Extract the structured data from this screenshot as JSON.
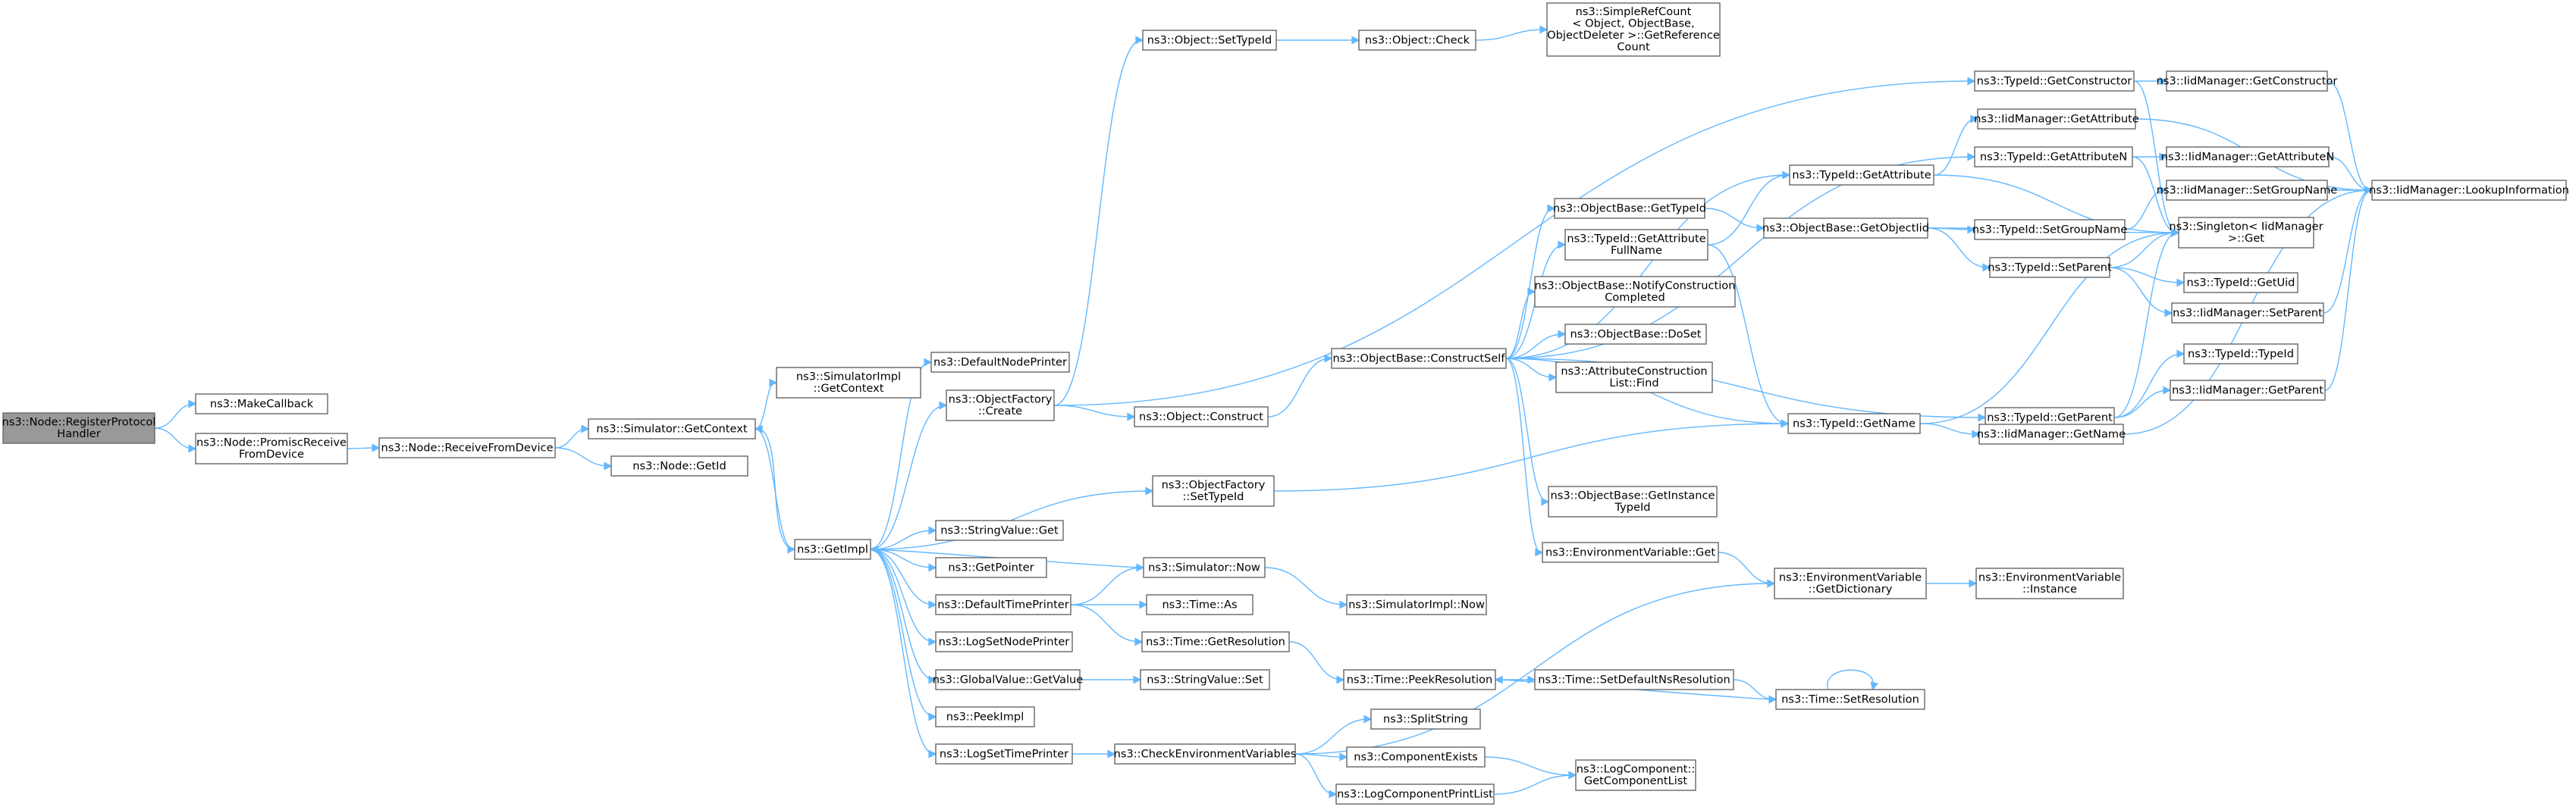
{
  "colors": {
    "edge": "#63b8ff",
    "node_border": "#666666",
    "root_fill": "#999999",
    "node_fill": "#ffffff"
  },
  "nodes": [
    {
      "id": "n0",
      "root": true,
      "lines": [
        "ns3::Node::RegisterProtocol",
        "Handler"
      ]
    },
    {
      "id": "n1",
      "lines": [
        "ns3::MakeCallback"
      ]
    },
    {
      "id": "n2",
      "lines": [
        "ns3::Node::PromiscReceive",
        "FromDevice"
      ]
    },
    {
      "id": "n3",
      "lines": [
        "ns3::Node::ReceiveFromDevice"
      ]
    },
    {
      "id": "n4",
      "lines": [
        "ns3::Simulator::GetContext"
      ]
    },
    {
      "id": "n5",
      "lines": [
        "ns3::Node::GetId"
      ]
    },
    {
      "id": "n6",
      "lines": [
        "ns3::SimulatorImpl",
        "::GetContext"
      ]
    },
    {
      "id": "n7",
      "lines": [
        "ns3::GetImpl"
      ]
    },
    {
      "id": "n8",
      "lines": [
        "ns3::DefaultNodePrinter"
      ]
    },
    {
      "id": "n9",
      "lines": [
        "ns3::ObjectFactory",
        "::Create"
      ]
    },
    {
      "id": "n10",
      "lines": [
        "ns3::ObjectFactory",
        "::SetTypeId"
      ]
    },
    {
      "id": "n11",
      "lines": [
        "ns3::StringValue::Get"
      ]
    },
    {
      "id": "n12",
      "lines": [
        "ns3::GetPointer"
      ]
    },
    {
      "id": "n13",
      "lines": [
        "ns3::DefaultTimePrinter"
      ]
    },
    {
      "id": "n14",
      "lines": [
        "ns3::LogSetNodePrinter"
      ]
    },
    {
      "id": "n15",
      "lines": [
        "ns3::GlobalValue::GetValue"
      ]
    },
    {
      "id": "n16",
      "lines": [
        "ns3::PeekImpl"
      ]
    },
    {
      "id": "n17",
      "lines": [
        "ns3::LogSetTimePrinter"
      ]
    },
    {
      "id": "n18",
      "lines": [
        "ns3::Object::SetTypeId"
      ]
    },
    {
      "id": "n19",
      "lines": [
        "ns3::Object::Check"
      ]
    },
    {
      "id": "n20",
      "lines": [
        "ns3::SimpleRefCount",
        "< Object, ObjectBase,",
        "ObjectDeleter >::GetReference",
        "Count"
      ]
    },
    {
      "id": "n21",
      "lines": [
        "ns3::Object::Construct"
      ]
    },
    {
      "id": "n22",
      "lines": [
        "ns3::ObjectBase::ConstructSelf"
      ]
    },
    {
      "id": "n23",
      "lines": [
        "ns3::Simulator::Now"
      ]
    },
    {
      "id": "n24",
      "lines": [
        "ns3::SimulatorImpl::Now"
      ]
    },
    {
      "id": "n25",
      "lines": [
        "ns3::Time::As"
      ]
    },
    {
      "id": "n26",
      "lines": [
        "ns3::Time::GetResolution"
      ]
    },
    {
      "id": "n27",
      "lines": [
        "ns3::StringValue::Set"
      ]
    },
    {
      "id": "n28",
      "lines": [
        "ns3::CheckEnvironmentVariables"
      ]
    },
    {
      "id": "n29",
      "lines": [
        "ns3::SplitString"
      ]
    },
    {
      "id": "n30",
      "lines": [
        "ns3::ComponentExists"
      ]
    },
    {
      "id": "n31",
      "lines": [
        "ns3::LogComponentPrintList"
      ]
    },
    {
      "id": "n32",
      "lines": [
        "ns3::LogComponent::",
        "GetComponentList"
      ]
    },
    {
      "id": "n33",
      "lines": [
        "ns3::Time::PeekResolution"
      ]
    },
    {
      "id": "n34",
      "lines": [
        "ns3::Time::SetDefaultNsResolution"
      ]
    },
    {
      "id": "n35",
      "lines": [
        "ns3::Time::SetResolution"
      ]
    },
    {
      "id": "n36",
      "lines": [
        "ns3::EnvironmentVariable",
        "::GetDictionary"
      ]
    },
    {
      "id": "n37",
      "lines": [
        "ns3::EnvironmentVariable",
        "::Instance"
      ]
    },
    {
      "id": "n38",
      "lines": [
        "ns3::ObjectBase::GetTypeId"
      ]
    },
    {
      "id": "n39",
      "lines": [
        "ns3::TypeId::GetAttribute",
        "FullName"
      ]
    },
    {
      "id": "n40",
      "lines": [
        "ns3::ObjectBase::NotifyConstruction",
        "Completed"
      ]
    },
    {
      "id": "n41",
      "lines": [
        "ns3::ObjectBase::DoSet"
      ]
    },
    {
      "id": "n42",
      "lines": [
        "ns3::AttributeConstruction",
        "List::Find"
      ]
    },
    {
      "id": "n43",
      "lines": [
        "ns3::ObjectBase::GetInstance",
        "TypeId"
      ]
    },
    {
      "id": "n44",
      "lines": [
        "ns3::EnvironmentVariable::Get"
      ]
    },
    {
      "id": "n45",
      "lines": [
        "ns3::TypeId::GetAttribute"
      ]
    },
    {
      "id": "n46",
      "lines": [
        "ns3::ObjectBase::GetObjectIid"
      ]
    },
    {
      "id": "n47",
      "lines": [
        "ns3::TypeId::GetName"
      ]
    },
    {
      "id": "n48",
      "lines": [
        "ns3::TypeId::GetConstructor"
      ]
    },
    {
      "id": "n49",
      "lines": [
        "ns3::IidManager::GetAttribute"
      ]
    },
    {
      "id": "n50",
      "lines": [
        "ns3::TypeId::GetAttributeN"
      ]
    },
    {
      "id": "n51",
      "lines": [
        "ns3::TypeId::SetGroupName"
      ]
    },
    {
      "id": "n52",
      "lines": [
        "ns3::TypeId::SetParent"
      ]
    },
    {
      "id": "n53",
      "lines": [
        "ns3::TypeId::GetParent"
      ]
    },
    {
      "id": "n54",
      "lines": [
        "ns3::IidManager::GetName"
      ]
    },
    {
      "id": "n55",
      "lines": [
        "ns3::IidManager::GetConstructor"
      ]
    },
    {
      "id": "n56",
      "lines": [
        "ns3::IidManager::GetAttributeN"
      ]
    },
    {
      "id": "n57",
      "lines": [
        "ns3::IidManager::SetGroupName"
      ]
    },
    {
      "id": "n58",
      "lines": [
        "ns3::Singleton< IidManager",
        ">::Get"
      ]
    },
    {
      "id": "n59",
      "lines": [
        "ns3::TypeId::GetUid"
      ]
    },
    {
      "id": "n60",
      "lines": [
        "ns3::IidManager::SetParent"
      ]
    },
    {
      "id": "n61",
      "lines": [
        "ns3::TypeId::TypeId"
      ]
    },
    {
      "id": "n62",
      "lines": [
        "ns3::IidManager::GetParent"
      ]
    },
    {
      "id": "n63",
      "lines": [
        "ns3::IidManager::LookupInformation"
      ]
    }
  ],
  "edges": [
    [
      "n0",
      "n1"
    ],
    [
      "n0",
      "n2"
    ],
    [
      "n2",
      "n3"
    ],
    [
      "n3",
      "n4"
    ],
    [
      "n3",
      "n5"
    ],
    [
      "n4",
      "n6"
    ],
    [
      "n4",
      "n7"
    ],
    [
      "n7",
      "n4"
    ],
    [
      "n7",
      "n8"
    ],
    [
      "n7",
      "n9"
    ],
    [
      "n7",
      "n10"
    ],
    [
      "n7",
      "n11"
    ],
    [
      "n7",
      "n12"
    ],
    [
      "n7",
      "n13"
    ],
    [
      "n7",
      "n14"
    ],
    [
      "n7",
      "n15"
    ],
    [
      "n7",
      "n16"
    ],
    [
      "n7",
      "n17"
    ],
    [
      "n23",
      "n7"
    ],
    [
      "n9",
      "n18"
    ],
    [
      "n18",
      "n19"
    ],
    [
      "n19",
      "n20"
    ],
    [
      "n9",
      "n21"
    ],
    [
      "n21",
      "n22"
    ],
    [
      "n9",
      "n48"
    ],
    [
      "n10",
      "n47"
    ],
    [
      "n13",
      "n23"
    ],
    [
      "n13",
      "n25"
    ],
    [
      "n13",
      "n26"
    ],
    [
      "n23",
      "n24"
    ],
    [
      "n15",
      "n27"
    ],
    [
      "n26",
      "n33"
    ],
    [
      "n17",
      "n28"
    ],
    [
      "n28",
      "n29"
    ],
    [
      "n28",
      "n30"
    ],
    [
      "n28",
      "n31"
    ],
    [
      "n28",
      "n36"
    ],
    [
      "n30",
      "n32"
    ],
    [
      "n31",
      "n32"
    ],
    [
      "n33",
      "n34"
    ],
    [
      "n34",
      "n35"
    ],
    [
      "n35",
      "n33"
    ],
    [
      "n35",
      "n35"
    ],
    [
      "n36",
      "n37"
    ],
    [
      "n22",
      "n38"
    ],
    [
      "n22",
      "n39"
    ],
    [
      "n22",
      "n40"
    ],
    [
      "n22",
      "n41"
    ],
    [
      "n22",
      "n42"
    ],
    [
      "n22",
      "n43"
    ],
    [
      "n22",
      "n44"
    ],
    [
      "n22",
      "n45"
    ],
    [
      "n22",
      "n47"
    ],
    [
      "n22",
      "n50"
    ],
    [
      "n22",
      "n53"
    ],
    [
      "n44",
      "n36"
    ],
    [
      "n38",
      "n46"
    ],
    [
      "n39",
      "n45"
    ],
    [
      "n39",
      "n47"
    ],
    [
      "n45",
      "n49"
    ],
    [
      "n45",
      "n58"
    ],
    [
      "n46",
      "n51"
    ],
    [
      "n46",
      "n52"
    ],
    [
      "n46",
      "n58"
    ],
    [
      "n47",
      "n54"
    ],
    [
      "n47",
      "n58"
    ],
    [
      "n48",
      "n55"
    ],
    [
      "n48",
      "n58"
    ],
    [
      "n49",
      "n63"
    ],
    [
      "n50",
      "n56"
    ],
    [
      "n50",
      "n58"
    ],
    [
      "n51",
      "n57"
    ],
    [
      "n52",
      "n59"
    ],
    [
      "n52",
      "n60"
    ],
    [
      "n52",
      "n58"
    ],
    [
      "n53",
      "n61"
    ],
    [
      "n53",
      "n62"
    ],
    [
      "n53",
      "n58"
    ],
    [
      "n54",
      "n63"
    ],
    [
      "n55",
      "n63"
    ],
    [
      "n56",
      "n63"
    ],
    [
      "n57",
      "n63"
    ],
    [
      "n60",
      "n63"
    ],
    [
      "n62",
      "n63"
    ]
  ]
}
